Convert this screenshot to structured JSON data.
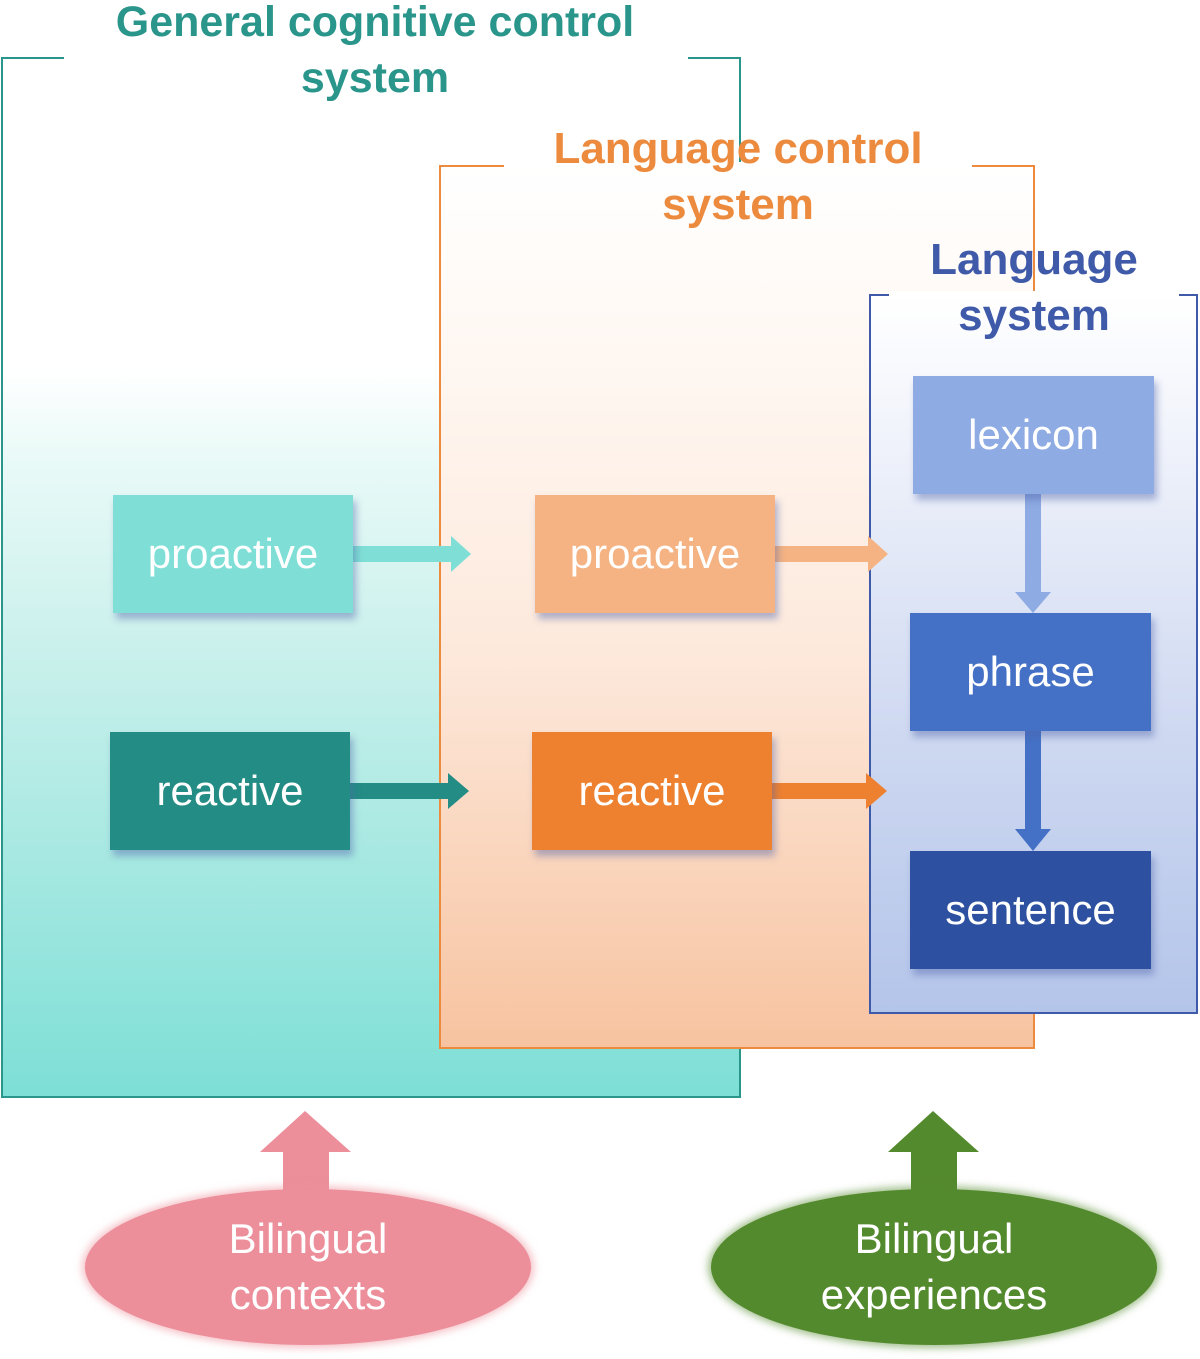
{
  "systems": {
    "general": {
      "title_line1": "General cognitive control",
      "title_line2": "system",
      "proactive_label": "proactive",
      "reactive_label": "reactive",
      "color": "#2a958a"
    },
    "language_control": {
      "title_line1": "Language control",
      "title_line2": "system",
      "proactive_label": "proactive",
      "reactive_label": "reactive",
      "color": "#ec8a3e"
    },
    "language": {
      "title_line1": "Language",
      "title_line2": "system",
      "levels": [
        "lexicon",
        "phrase",
        "sentence"
      ],
      "color": "#3f5aa8"
    }
  },
  "inputs": {
    "contexts": {
      "line1": "Bilingual",
      "line2": "contexts",
      "color": "#ec8f9b"
    },
    "experiences": {
      "line1": "Bilingual",
      "line2": "experiences",
      "color": "#548a2e"
    }
  }
}
